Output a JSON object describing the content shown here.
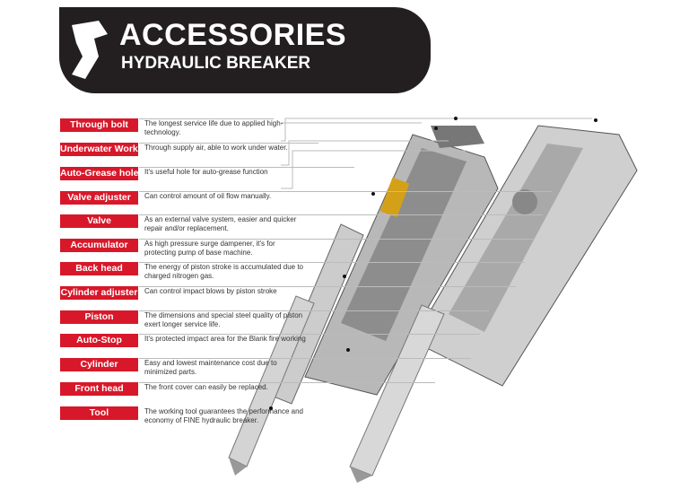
{
  "header": {
    "title": "ACCESSORIES",
    "subtitle": "HYDRAULIC BREAKER"
  },
  "colors": {
    "label_bg": "#d7182a",
    "banner": "#231f20"
  },
  "parts": [
    {
      "label": "Through bolt",
      "desc": "The longest service life due to applied high-technology."
    },
    {
      "label": "Underwater Working",
      "desc": "Through supply air, able to work under water."
    },
    {
      "label": "Auto-Grease hole",
      "desc": "It's useful hole for auto-grease function"
    },
    {
      "label": "Valve adjuster",
      "desc": "Can control amount of oil flow manually."
    },
    {
      "label": "Valve",
      "desc": "As an external valve system, easier and quicker repair and/or replacement."
    },
    {
      "label": "Accumulator",
      "desc": "As high pressure surge dampener, it's for protecting pump of base machine."
    },
    {
      "label": "Back head",
      "desc": "The energy of piston stroke is accumulated due to charged nitrogen gas."
    },
    {
      "label": "Cylinder adjuster",
      "desc": "Can control impact blows by piston stroke"
    },
    {
      "label": "Piston",
      "desc": "The dimensions and special steel quality of piston exert longer service life."
    },
    {
      "label": "Auto-Stop",
      "desc": "It's protected impact area for the Blank fire working"
    },
    {
      "label": "Cylinder",
      "desc": "Easy and lowest maintenance cost due to minimized parts."
    },
    {
      "label": "Front head",
      "desc": "The front cover can easily be replaced."
    },
    {
      "label": "Tool",
      "desc": "The working tool guarantees the performance and economy of FINE hydraulic breaker."
    }
  ]
}
